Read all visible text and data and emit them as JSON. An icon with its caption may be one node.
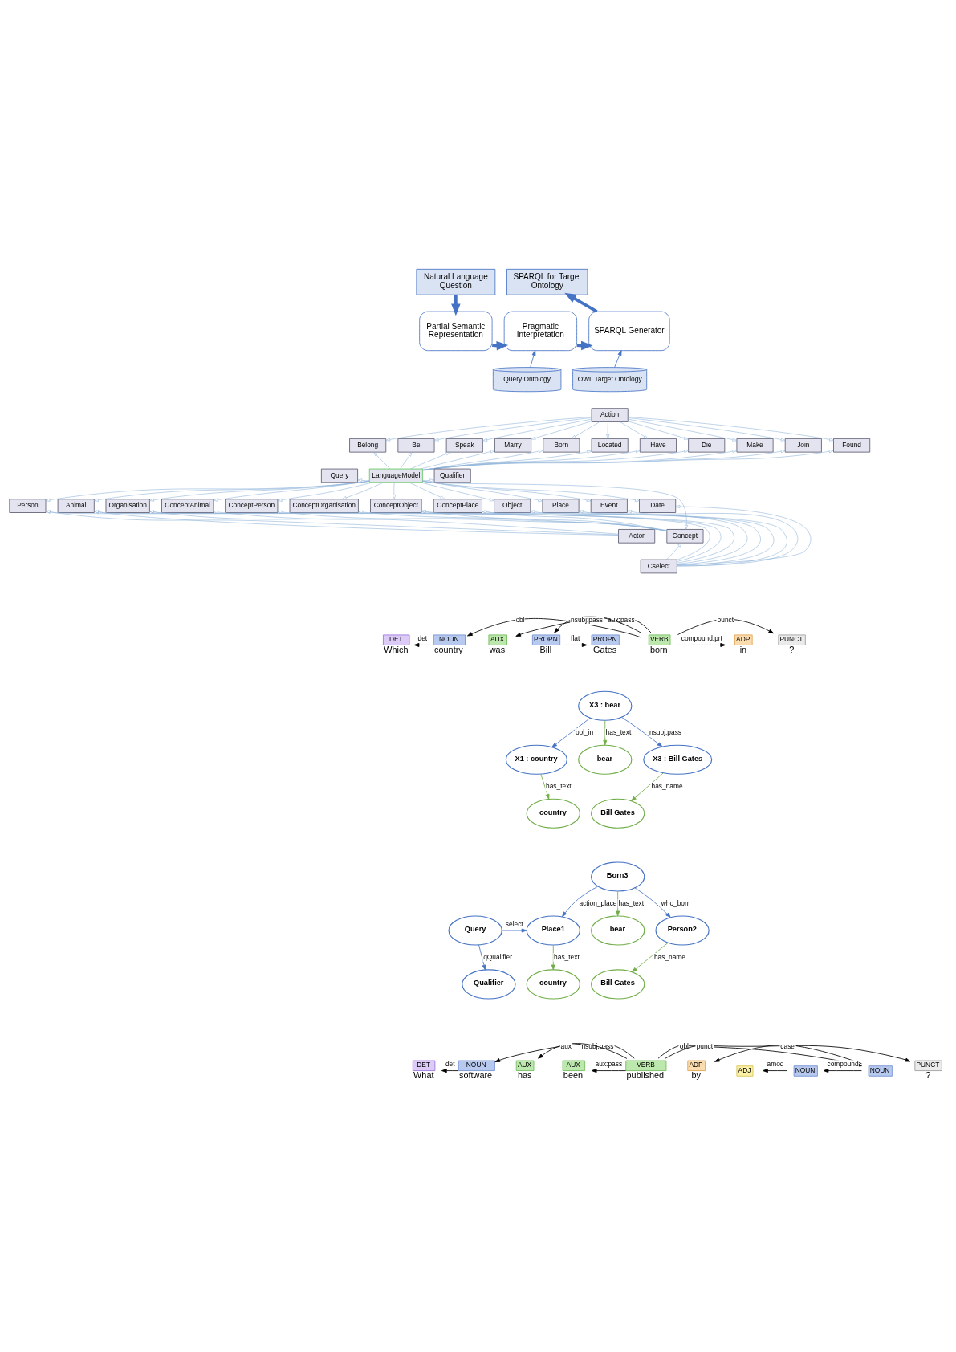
{
  "diagram": {
    "nodes": [
      {
        "text": [
          "Natural Language Question"
        ]
      },
      {
        "text": [
          "SPARQL for Target Ontology"
        ]
      },
      {
        "text": [
          "Partial Semantic Representation"
        ]
      },
      {
        "text": [
          "Pragmatic Interpretation"
        ]
      },
      {
        "text": [
          "SPARQL Generator"
        ]
      },
      {
        "text": [
          "Query Ontology"
        ]
      },
      {
        "text": [
          "OWL Target Ontology"
        ]
      },
      {
        "text": [
          "Action"
        ]
      },
      {
        "text": [
          "Belong"
        ]
      },
      {
        "text": [
          "Be"
        ]
      },
      {
        "text": [
          "Speak"
        ]
      },
      {
        "text": [
          "Marry"
        ]
      },
      {
        "text": [
          "Born"
        ]
      },
      {
        "text": [
          "Located"
        ]
      },
      {
        "text": [
          "Have"
        ]
      },
      {
        "text": [
          "Die"
        ]
      },
      {
        "text": [
          "Make"
        ]
      },
      {
        "text": [
          "Join"
        ]
      },
      {
        "text": [
          "Found"
        ]
      },
      {
        "text": [
          "Query"
        ]
      },
      {
        "text": [
          "LanguageModel"
        ]
      },
      {
        "text": [
          "Qualifier"
        ]
      },
      {
        "text": [
          "Person"
        ]
      },
      {
        "text": [
          "Animal"
        ]
      },
      {
        "text": [
          "Organisation"
        ]
      },
      {
        "text": [
          "ConceptAnimal"
        ]
      },
      {
        "text": [
          "ConceptPerson"
        ]
      },
      {
        "text": [
          "ConceptOrganisation"
        ]
      },
      {
        "text": [
          "ConceptObject"
        ]
      },
      {
        "text": [
          "ConceptPlace"
        ]
      },
      {
        "text": [
          "Object"
        ]
      },
      {
        "text": [
          "Place"
        ]
      },
      {
        "text": [
          "Event"
        ]
      },
      {
        "text": [
          "Date"
        ]
      },
      {
        "text": [
          "Actor"
        ]
      },
      {
        "text": [
          "Concept"
        ]
      },
      {
        "text": [
          "Cselect"
        ]
      },
      {
        "text": [
          "DET",
          "Which"
        ]
      },
      {
        "text": [
          "NOUN",
          "country"
        ]
      },
      {
        "text": [
          "AUX",
          "was"
        ]
      },
      {
        "text": [
          "PROPN",
          "Bill"
        ]
      },
      {
        "text": [
          "PROPN",
          "Gates"
        ]
      },
      {
        "text": [
          "VERB",
          "born"
        ]
      },
      {
        "text": [
          "ADP",
          "in"
        ]
      },
      {
        "text": [
          "PUNCT",
          "?"
        ]
      },
      {
        "text": [
          "X3 : bear"
        ]
      },
      {
        "text": [
          "X1 : country"
        ]
      },
      {
        "text": [
          "bear"
        ]
      },
      {
        "text": [
          "X3 : Bill Gates"
        ]
      },
      {
        "text": [
          "country"
        ]
      },
      {
        "text": [
          "Bill Gates"
        ]
      },
      {
        "text": [
          "Born3"
        ]
      },
      {
        "text": [
          "Place1"
        ]
      },
      {
        "text": [
          "Person2"
        ]
      },
      {
        "text": [
          "Query"
        ]
      },
      {
        "text": [
          "bear"
        ]
      },
      {
        "text": [
          "Qualifier"
        ]
      },
      {
        "text": [
          "country"
        ]
      },
      {
        "text": [
          "Bill Gates"
        ]
      },
      {
        "text": [
          "DET",
          "What"
        ]
      },
      {
        "text": [
          "NOUN",
          "software"
        ]
      },
      {
        "text": [
          "AUX",
          "has"
        ]
      },
      {
        "text": [
          "AUX",
          "been"
        ]
      },
      {
        "text": [
          "VERB",
          "published"
        ]
      },
      {
        "text": [
          "ADP",
          "by"
        ]
      },
      {
        "text": [
          "ADJ"
        ]
      },
      {
        "text": [
          "NOUN"
        ]
      },
      {
        "text": [
          "NOUN"
        ]
      },
      {
        "text": [
          "PUNCT",
          "?"
        ]
      }
    ],
    "edges": [
      {
        "from": 0,
        "to": 2,
        "arrow": "to",
        "style": "thick",
        "color": "#4472c4"
      },
      {
        "from": 2,
        "to": 3,
        "arrow": "to",
        "style": "thick",
        "color": "#4472c4"
      },
      {
        "from": 3,
        "to": 4,
        "arrow": "to",
        "style": "thick",
        "color": "#4472c4"
      },
      {
        "from": 4,
        "to": 1,
        "arrow": "to",
        "style": "thick",
        "color": "#4472c4"
      },
      {
        "from": 5,
        "to": 3,
        "arrow": "to",
        "color": "#4472c4"
      },
      {
        "from": 6,
        "to": 4,
        "arrow": "to",
        "color": "#4472c4"
      },
      {
        "from": 7,
        "to": 8,
        "arrow": "to"
      },
      {
        "from": 7,
        "to": 9,
        "arrow": "to"
      },
      {
        "from": 7,
        "to": 10,
        "arrow": "to"
      },
      {
        "from": 7,
        "to": 11,
        "arrow": "to"
      },
      {
        "from": 7,
        "to": 12,
        "arrow": "to"
      },
      {
        "from": 7,
        "to": 13,
        "arrow": "to"
      },
      {
        "from": 7,
        "to": 14,
        "arrow": "to"
      },
      {
        "from": 7,
        "to": 15,
        "arrow": "to"
      },
      {
        "from": 7,
        "to": 16,
        "arrow": "to"
      },
      {
        "from": 7,
        "to": 17,
        "arrow": "to"
      },
      {
        "from": 7,
        "to": 18,
        "arrow": "to"
      },
      {
        "from": 20,
        "to": 8,
        "arrow": "to"
      },
      {
        "from": 20,
        "to": 9,
        "arrow": "to"
      },
      {
        "from": 20,
        "to": 10,
        "arrow": "to"
      },
      {
        "from": 20,
        "to": 11,
        "arrow": "to"
      },
      {
        "from": 20,
        "to": 12,
        "arrow": "to"
      },
      {
        "from": 20,
        "to": 13,
        "arrow": "to"
      },
      {
        "from": 20,
        "to": 14,
        "arrow": "to"
      },
      {
        "from": 20,
        "to": 15,
        "arrow": "to"
      },
      {
        "from": 20,
        "to": 16,
        "arrow": "to"
      },
      {
        "from": 20,
        "to": 17,
        "arrow": "to"
      },
      {
        "from": 20,
        "to": 18,
        "arrow": "to"
      },
      {
        "from": 20,
        "to": 19,
        "arrow": "to"
      },
      {
        "from": 20,
        "to": 21,
        "arrow": "to"
      },
      {
        "from": 20,
        "to": 22,
        "arrow": "to"
      },
      {
        "from": 20,
        "to": 23,
        "arrow": "to"
      },
      {
        "from": 20,
        "to": 24,
        "arrow": "to"
      },
      {
        "from": 20,
        "to": 25,
        "arrow": "to"
      },
      {
        "from": 20,
        "to": 26,
        "arrow": "to"
      },
      {
        "from": 20,
        "to": 27,
        "arrow": "to"
      },
      {
        "from": 20,
        "to": 28,
        "arrow": "to"
      },
      {
        "from": 20,
        "to": 29,
        "arrow": "to"
      },
      {
        "from": 20,
        "to": 30,
        "arrow": "to"
      },
      {
        "from": 20,
        "to": 31,
        "arrow": "to"
      },
      {
        "from": 20,
        "to": 32,
        "arrow": "to"
      },
      {
        "from": 20,
        "to": 33,
        "arrow": "to"
      },
      {
        "from": 20,
        "to": 35,
        "arrow": "to"
      },
      {
        "from": 35,
        "to": 25,
        "arrow": "to"
      },
      {
        "from": 35,
        "to": 26,
        "arrow": "to"
      },
      {
        "from": 35,
        "to": 27,
        "arrow": "to"
      },
      {
        "from": 35,
        "to": 28,
        "arrow": "to"
      },
      {
        "from": 35,
        "to": 29,
        "arrow": "to"
      },
      {
        "from": 36,
        "to": 35,
        "arrow": "to"
      },
      {
        "from": 36,
        "to": 22,
        "arrow": "to"
      },
      {
        "from": 36,
        "to": 23,
        "arrow": "to"
      },
      {
        "from": 36,
        "to": 24,
        "arrow": "to"
      },
      {
        "from": 36,
        "to": 28,
        "arrow": "to"
      },
      {
        "from": 36,
        "to": 29,
        "arrow": "to"
      },
      {
        "from": 36,
        "to": 30,
        "arrow": "to"
      },
      {
        "from": 36,
        "to": 31,
        "arrow": "to"
      },
      {
        "from": 36,
        "to": 32,
        "arrow": "to"
      },
      {
        "from": 36,
        "to": 33,
        "arrow": "to"
      },
      {
        "from": 34,
        "to": 22,
        "arrow": "to"
      },
      {
        "from": 34,
        "to": 23,
        "arrow": "to"
      },
      {
        "from": 34,
        "to": 24,
        "arrow": "to"
      },
      {
        "from": 38,
        "to": 37,
        "arrow": "to",
        "label": "det",
        "color": "#000000"
      },
      {
        "from": 42,
        "to": 38,
        "arrow": "to",
        "label": "obl",
        "color": "#000000"
      },
      {
        "from": 42,
        "to": 39,
        "arrow": "to",
        "label": "aux:pass",
        "color": "#000000"
      },
      {
        "from": 42,
        "to": 40,
        "arrow": "to",
        "label": "nsubj:pass",
        "color": "#000000"
      },
      {
        "from": 40,
        "to": 41,
        "arrow": "to",
        "label": "flat",
        "color": "#000000"
      },
      {
        "from": 42,
        "to": 44,
        "arrow": "to",
        "label": "punct",
        "color": "#000000"
      },
      {
        "from": 42,
        "to": 43,
        "arrow": "to",
        "label": "compound:prt",
        "color": "#000000"
      },
      {
        "from": 45,
        "to": 46,
        "arrow": "to",
        "label": "obl_in",
        "color": "#4472c4"
      },
      {
        "from": 45,
        "to": 47,
        "arrow": "to",
        "label": "has_text",
        "color": "#70ad47"
      },
      {
        "from": 45,
        "to": 48,
        "arrow": "to",
        "label": "nsubj:pass",
        "color": "#4472c4"
      },
      {
        "from": 46,
        "to": 49,
        "arrow": "to",
        "label": "has_text",
        "color": "#70ad47"
      },
      {
        "from": 48,
        "to": 50,
        "arrow": "to",
        "label": "has_name",
        "color": "#70ad47"
      },
      {
        "from": 51,
        "to": 52,
        "arrow": "to",
        "label": "action_place",
        "color": "#4472c4"
      },
      {
        "from": 51,
        "to": 55,
        "arrow": "to",
        "label": "has_text",
        "color": "#70ad47"
      },
      {
        "from": 51,
        "to": 53,
        "arrow": "to",
        "label": "who_born",
        "color": "#4472c4"
      },
      {
        "from": 54,
        "to": 52,
        "arrow": "to",
        "label": "select",
        "color": "#4472c4"
      },
      {
        "from": 54,
        "to": 56,
        "arrow": "to",
        "label": "qQualifier",
        "color": "#4472c4"
      },
      {
        "from": 52,
        "to": 57,
        "arrow": "to",
        "label": "has_text",
        "color": "#70ad47"
      },
      {
        "from": 53,
        "to": 58,
        "arrow": "to",
        "label": "has_name",
        "color": "#70ad47"
      },
      {
        "from": 60,
        "to": 59,
        "arrow": "to",
        "label": "det",
        "color": "#000000"
      },
      {
        "from": 63,
        "to": 60,
        "arrow": "to",
        "label": "nsubj:pass",
        "color": "#000000"
      },
      {
        "from": 63,
        "to": 61,
        "arrow": "to",
        "label": "aux",
        "color": "#000000"
      },
      {
        "from": 63,
        "to": 62,
        "arrow": "to",
        "label": "aux:pass",
        "color": "#000000"
      },
      {
        "from": 63,
        "to": 68,
        "arrow": "to",
        "label": "punct",
        "color": "#000000"
      },
      {
        "from": 63,
        "to": 67,
        "arrow": "to",
        "label": "obl",
        "color": "#000000"
      },
      {
        "from": 67,
        "to": 64,
        "arrow": "to",
        "label": "case",
        "color": "#000000"
      },
      {
        "from": 66,
        "to": 65,
        "arrow": "to",
        "label": "amod",
        "color": "#000000"
      },
      {
        "from": 67,
        "to": 66,
        "arrow": "to",
        "label": "compound",
        "color": "#000000"
      }
    ]
  }
}
